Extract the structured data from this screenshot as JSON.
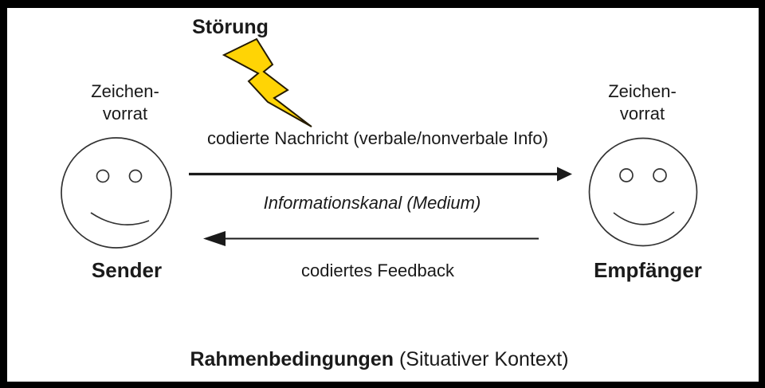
{
  "diagram": {
    "disturbance": {
      "label": "Störung"
    },
    "sender": {
      "charset": "Zeichen-\nvorrat",
      "role": "Sender"
    },
    "receiver": {
      "charset": "Zeichen-\nvorrat",
      "role": "Empfänger"
    },
    "channel": {
      "message": "codierte Nachricht (verbale/nonverbale Info)",
      "medium": "Informationskanal (Medium)",
      "feedback": "codiertes Feedback"
    },
    "footer": {
      "bold": "Rahmenbedingungen",
      "regular": "(Situativer Kontext)"
    }
  },
  "colors": {
    "background": "#ffffff",
    "frame": "#000000",
    "ink": "#1a1a1a",
    "smiley_stroke": "#333333",
    "bolt_fill": "#ffd405",
    "bolt_stroke": "#241a00"
  }
}
